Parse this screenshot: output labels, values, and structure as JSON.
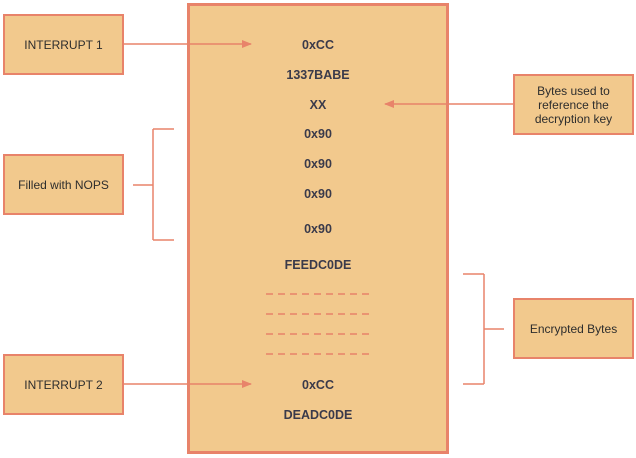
{
  "labels": {
    "interrupt1": "INTERRUPT 1",
    "nops": "Filled with NOPS",
    "interrupt2": "INTERRUPT 2",
    "bytes_ref": "Bytes used to reference the decryption key",
    "encrypted": "Encrypted Bytes"
  },
  "memory": {
    "items": [
      "0xCC",
      "1337BABE",
      "XX",
      "0x90",
      "0x90",
      "0x90",
      "0x90",
      "FEEDC0DE",
      "0xCC",
      "DEADC0DE"
    ]
  },
  "colors": {
    "fill": "#f2c98d",
    "stroke": "#e8836a",
    "text": "#3a3a4a"
  }
}
